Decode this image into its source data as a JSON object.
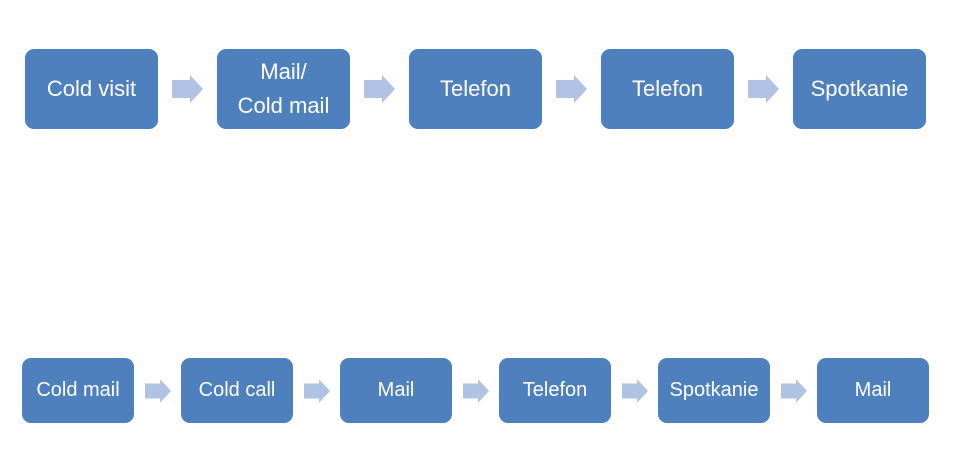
{
  "colors": {
    "background": "#ffffff",
    "box_fill": "#4e80bd",
    "box_text": "#ffffff",
    "arrow_fill": "#b1c3e3"
  },
  "flows": [
    {
      "name": "top-flow",
      "steps": [
        {
          "lines": [
            "Cold visit"
          ]
        },
        {
          "lines": [
            "Mail/",
            "Cold mail"
          ]
        },
        {
          "lines": [
            "Telefon"
          ]
        },
        {
          "lines": [
            "Telefon"
          ]
        },
        {
          "lines": [
            "Spotkanie"
          ]
        }
      ]
    },
    {
      "name": "bottom-flow",
      "steps": [
        {
          "lines": [
            "Cold mail"
          ]
        },
        {
          "lines": [
            "Cold call"
          ]
        },
        {
          "lines": [
            "Mail"
          ]
        },
        {
          "lines": [
            "Telefon"
          ]
        },
        {
          "lines": [
            "Spotkanie"
          ]
        },
        {
          "lines": [
            "Mail"
          ]
        }
      ]
    }
  ]
}
